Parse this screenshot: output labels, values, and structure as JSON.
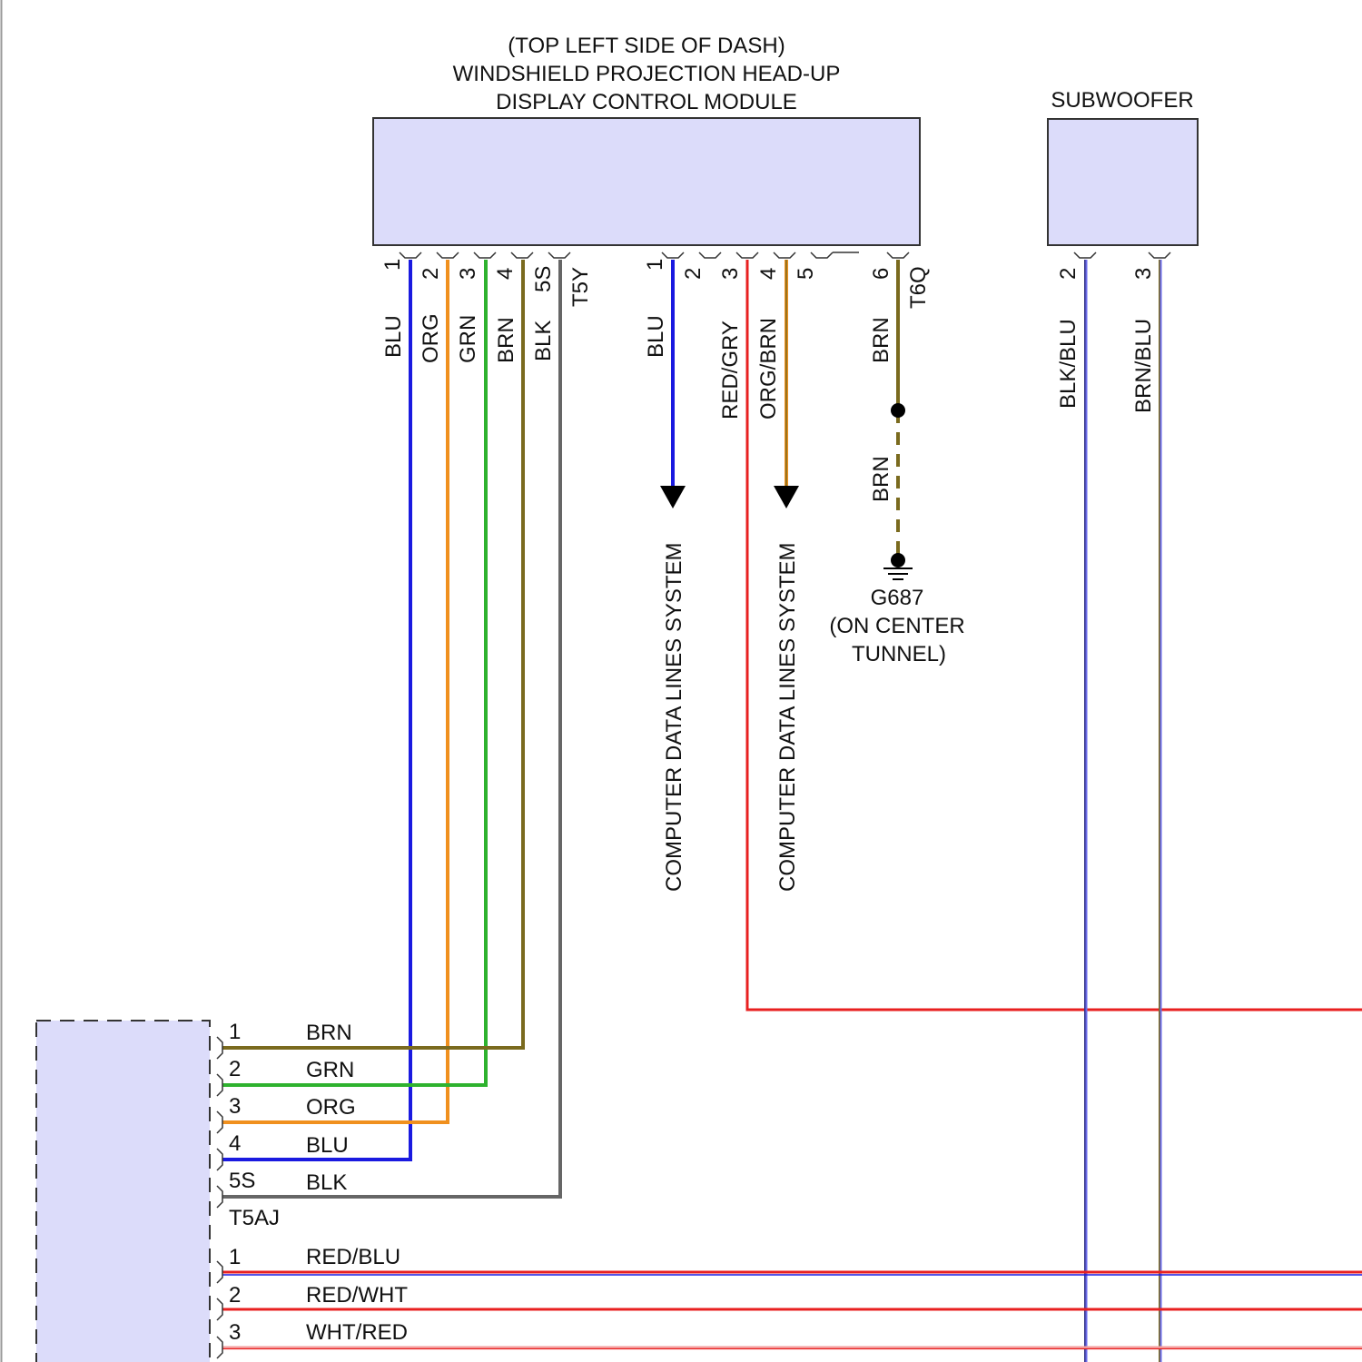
{
  "hud_module": {
    "title_lines": [
      "(TOP LEFT SIDE OF DASH)",
      "WINDSHIELD PROJECTION HEAD-UP",
      "DISPLAY CONTROL MODULE"
    ]
  },
  "subwoofer": {
    "title": "SUBWOOFER"
  },
  "connector_t5y": {
    "name": "T5Y",
    "pins": [
      {
        "pin": "1",
        "color": "BLU"
      },
      {
        "pin": "2",
        "color": "ORG"
      },
      {
        "pin": "3",
        "color": "GRN"
      },
      {
        "pin": "4",
        "color": "BRN"
      },
      {
        "pin": "5S",
        "color": "BLK"
      }
    ]
  },
  "connector_t6q": {
    "name": "T6Q",
    "pins": [
      {
        "pin": "1",
        "color": "BLU"
      },
      {
        "pin": "2",
        "color": ""
      },
      {
        "pin": "3",
        "color": "RED/GRY"
      },
      {
        "pin": "4",
        "color": "ORG/BRN"
      },
      {
        "pin": "5",
        "color": ""
      },
      {
        "pin": "6",
        "color": "BRN"
      }
    ]
  },
  "subwoofer_pins": [
    {
      "pin": "2",
      "color": "BLK/BLU"
    },
    {
      "pin": "3",
      "color": "BRN/BLU"
    }
  ],
  "destinations": {
    "data_lines_1": "COMPUTER DATA LINES SYSTEM",
    "data_lines_2": "COMPUTER DATA LINES SYSTEM"
  },
  "ground": {
    "wire_color": "BRN",
    "id": "G687",
    "location_lines": [
      "(ON CENTER",
      "TUNNEL)"
    ]
  },
  "connector_t5aj": {
    "name": "T5AJ",
    "pins": [
      {
        "pin": "1",
        "color": "BRN"
      },
      {
        "pin": "2",
        "color": "GRN"
      },
      {
        "pin": "3",
        "color": "ORG"
      },
      {
        "pin": "4",
        "color": "BLU"
      },
      {
        "pin": "5S",
        "color": "BLK"
      }
    ]
  },
  "lower_connector": {
    "pins": [
      {
        "pin": "1",
        "color": "RED/BLU"
      },
      {
        "pin": "2",
        "color": "RED/WHT"
      },
      {
        "pin": "3",
        "color": "WHT/RED"
      }
    ]
  },
  "colors": {
    "component_fill": "#dcdcfa",
    "blu": "#1a1ae0",
    "org": "#f0901e",
    "grn": "#2eb22e",
    "brn": "#7a6a1e",
    "blk": "#666666",
    "red": "#e82020"
  }
}
